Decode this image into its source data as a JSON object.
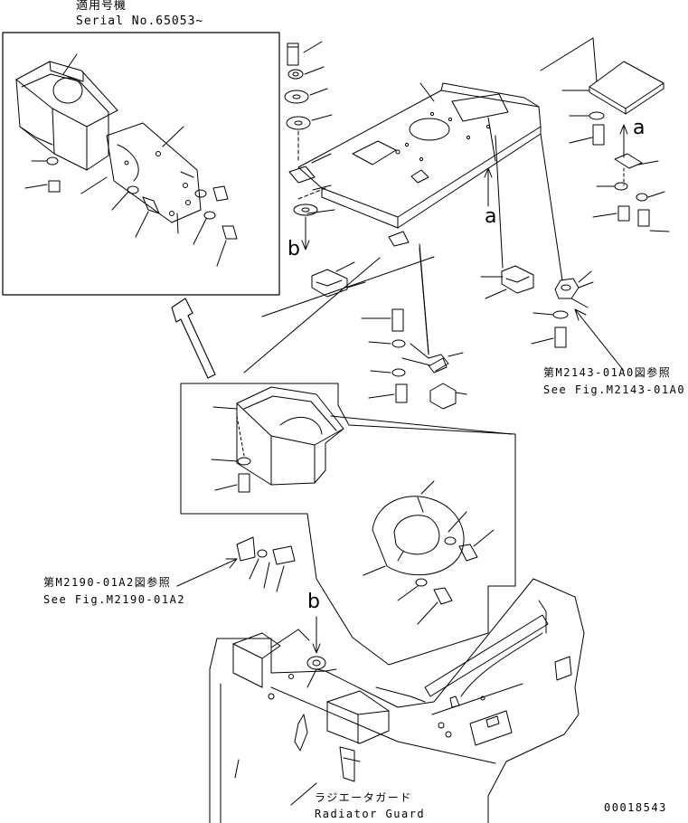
{
  "inset": {
    "applicable_label": "適用号機",
    "serial_label": "Serial No.65053~"
  },
  "refs": {
    "m2143_jp": "第M2143-01A0図参照",
    "m2143_en": "See Fig.M2143-01A0",
    "m2190_jp": "第M2190-01A2図参照",
    "m2190_en": "See Fig.M2190-01A2"
  },
  "radiator": {
    "jp": "ラジエータガード",
    "en": "Radiator Guard"
  },
  "markers": {
    "a": "a",
    "b": "b"
  },
  "drawing_number": "00018543"
}
